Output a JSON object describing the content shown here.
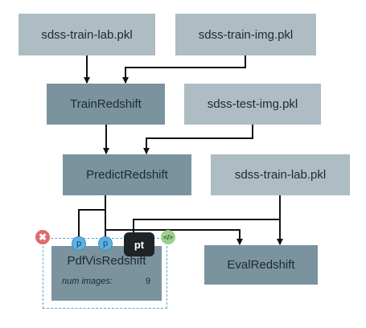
{
  "nodes": {
    "sdss_train_lab_top": "sdss-train-lab.pkl",
    "sdss_train_img": "sdss-train-img.pkl",
    "train_redshift": "TrainRedshift",
    "sdss_test_img": "sdss-test-img.pkl",
    "predict_redshift": "PredictRedshift",
    "sdss_train_lab_right": "sdss-train-lab.pkl",
    "pdf_vis_redshift": {
      "title": "PdfVisRedshift",
      "param_name": "num images:",
      "param_value": "9"
    },
    "eval_redshift": "EvalRedshift"
  },
  "selected_node": {
    "port_labels": [
      "p",
      "p"
    ],
    "tooltip": "pt",
    "delete_icon": "✖",
    "code_icon": "</>"
  },
  "colors": {
    "data_node": "#aebcc4",
    "process_node": "#7a939f",
    "edge": "#111111",
    "selection_border": "#56a8d6"
  }
}
